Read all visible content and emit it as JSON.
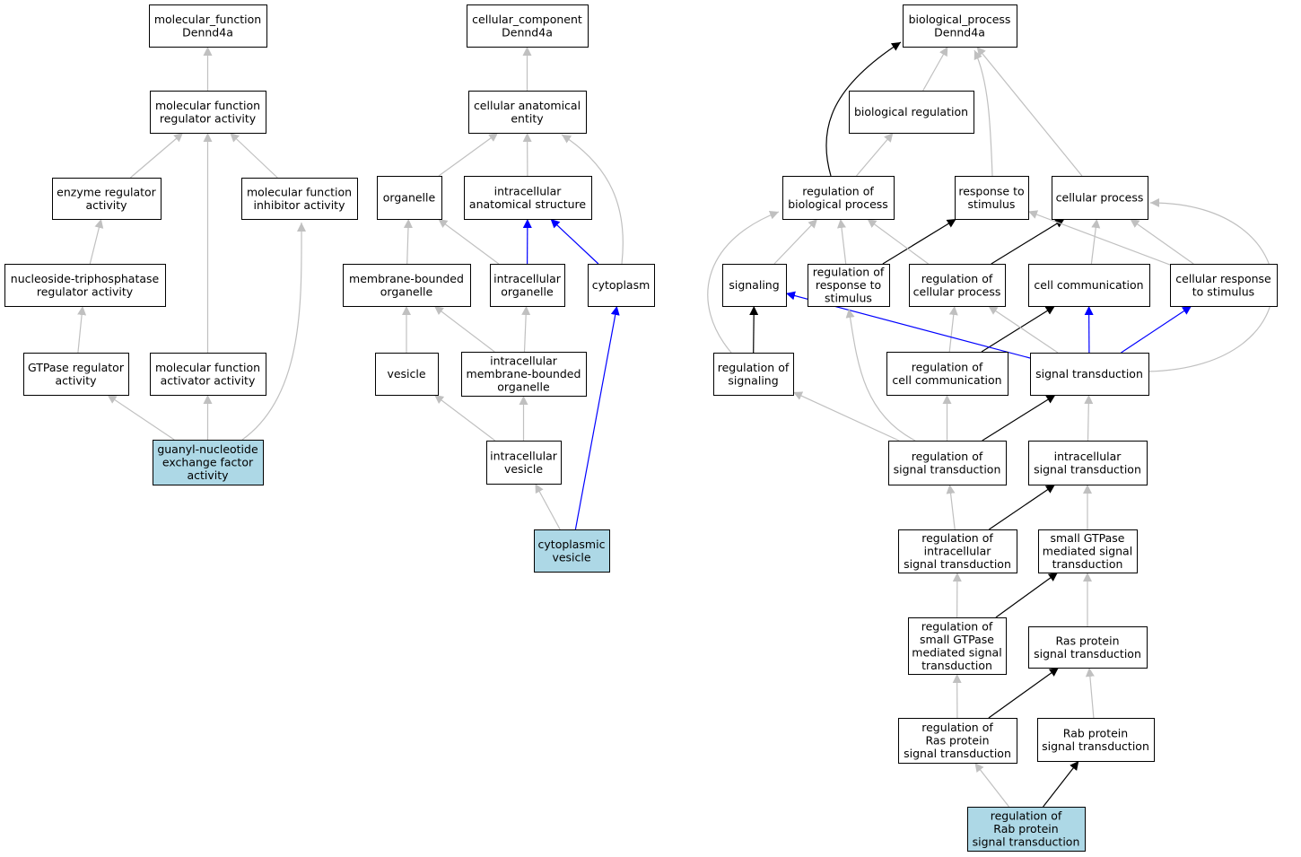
{
  "colors": {
    "node_fill": "#ffffff",
    "highlight_fill": "#add8e6",
    "node_stroke": "#000000",
    "edge_gray": "#c0c0c0",
    "edge_black": "#000000",
    "edge_blue": "#0000ff"
  },
  "nodes": {
    "mf_root": {
      "lines": [
        "molecular_function",
        "Dennd4a"
      ],
      "highlight": false
    },
    "mf_reg": {
      "lines": [
        "molecular function",
        "regulator activity"
      ],
      "highlight": false
    },
    "enz_reg": {
      "lines": [
        "enzyme regulator",
        "activity"
      ],
      "highlight": false
    },
    "mf_inhib": {
      "lines": [
        "molecular function",
        "inhibitor activity"
      ],
      "highlight": false
    },
    "ntp_reg": {
      "lines": [
        "nucleoside-triphosphatase",
        "regulator activity"
      ],
      "highlight": false
    },
    "gtpase_reg": {
      "lines": [
        "GTPase regulator",
        "activity"
      ],
      "highlight": false
    },
    "mf_act": {
      "lines": [
        "molecular function",
        "activator activity"
      ],
      "highlight": false
    },
    "gef": {
      "lines": [
        "guanyl-nucleotide",
        "exchange factor",
        "activity"
      ],
      "highlight": true
    },
    "cc_root": {
      "lines": [
        "cellular_component",
        "Dennd4a"
      ],
      "highlight": false
    },
    "cae": {
      "lines": [
        "cellular anatomical",
        "entity"
      ],
      "highlight": false
    },
    "organelle": {
      "lines": [
        "organelle"
      ],
      "highlight": false
    },
    "ias": {
      "lines": [
        "intracellular",
        "anatomical structure"
      ],
      "highlight": false
    },
    "mbo": {
      "lines": [
        "membrane-bounded",
        "organelle"
      ],
      "highlight": false
    },
    "io": {
      "lines": [
        "intracellular",
        "organelle"
      ],
      "highlight": false
    },
    "cytoplasm": {
      "lines": [
        "cytoplasm"
      ],
      "highlight": false
    },
    "vesicle": {
      "lines": [
        "vesicle"
      ],
      "highlight": false
    },
    "imbo": {
      "lines": [
        "intracellular",
        "membrane-bounded",
        "organelle"
      ],
      "highlight": false
    },
    "iv": {
      "lines": [
        "intracellular",
        "vesicle"
      ],
      "highlight": false
    },
    "cv": {
      "lines": [
        "cytoplasmic",
        "vesicle"
      ],
      "highlight": true
    },
    "bp_root": {
      "lines": [
        "biological_process",
        "Dennd4a"
      ],
      "highlight": false
    },
    "bioreg": {
      "lines": [
        "biological regulation"
      ],
      "highlight": false
    },
    "rbp": {
      "lines": [
        "regulation of",
        "biological process"
      ],
      "highlight": false
    },
    "rts": {
      "lines": [
        "response to",
        "stimulus"
      ],
      "highlight": false
    },
    "cp": {
      "lines": [
        "cellular process"
      ],
      "highlight": false
    },
    "signaling": {
      "lines": [
        "signaling"
      ],
      "highlight": false
    },
    "rrts": {
      "lines": [
        "regulation of",
        "response to",
        "stimulus"
      ],
      "highlight": false
    },
    "rcp": {
      "lines": [
        "regulation of",
        "cellular process"
      ],
      "highlight": false
    },
    "cc": {
      "lines": [
        "cell communication"
      ],
      "highlight": false
    },
    "crs": {
      "lines": [
        "cellular response",
        "to stimulus"
      ],
      "highlight": false
    },
    "rsig": {
      "lines": [
        "regulation of",
        "signaling"
      ],
      "highlight": false
    },
    "rcc": {
      "lines": [
        "regulation of",
        "cell communication"
      ],
      "highlight": false
    },
    "st": {
      "lines": [
        "signal transduction"
      ],
      "highlight": false
    },
    "rst": {
      "lines": [
        "regulation of",
        "signal transduction"
      ],
      "highlight": false
    },
    "ist": {
      "lines": [
        "intracellular",
        "signal transduction"
      ],
      "highlight": false
    },
    "rist": {
      "lines": [
        "regulation of",
        "intracellular",
        "signal transduction"
      ],
      "highlight": false
    },
    "sgmst": {
      "lines": [
        "small GTPase",
        "mediated signal",
        "transduction"
      ],
      "highlight": false
    },
    "rsgmst": {
      "lines": [
        "regulation of",
        "small GTPase",
        "mediated signal",
        "transduction"
      ],
      "highlight": false
    },
    "rpst": {
      "lines": [
        "Ras protein",
        "signal transduction"
      ],
      "highlight": false
    },
    "rrpst": {
      "lines": [
        "regulation of",
        "Ras protein",
        "signal transduction"
      ],
      "highlight": false
    },
    "rabst": {
      "lines": [
        "Rab protein",
        "signal transduction"
      ],
      "highlight": false
    },
    "rrabst": {
      "lines": [
        "regulation of",
        "Rab protein",
        "signal transduction"
      ],
      "highlight": true
    }
  },
  "edges": [
    {
      "from": "mf_reg",
      "to": "mf_root",
      "color": "gray"
    },
    {
      "from": "enz_reg",
      "to": "mf_reg",
      "color": "gray"
    },
    {
      "from": "mf_inhib",
      "to": "mf_reg",
      "color": "gray"
    },
    {
      "from": "mf_act",
      "to": "mf_reg",
      "color": "gray"
    },
    {
      "from": "ntp_reg",
      "to": "enz_reg",
      "color": "gray"
    },
    {
      "from": "gtpase_reg",
      "to": "ntp_reg",
      "color": "gray"
    },
    {
      "from": "gef",
      "to": "gtpase_reg",
      "color": "gray"
    },
    {
      "from": "gef",
      "to": "mf_act",
      "color": "gray"
    },
    {
      "from": "gef",
      "to": "mf_inhib",
      "color": "gray"
    },
    {
      "from": "cae",
      "to": "cc_root",
      "color": "gray"
    },
    {
      "from": "organelle",
      "to": "cae",
      "color": "gray"
    },
    {
      "from": "ias",
      "to": "cae",
      "color": "gray"
    },
    {
      "from": "cytoplasm",
      "to": "cae",
      "color": "gray"
    },
    {
      "from": "mbo",
      "to": "organelle",
      "color": "gray"
    },
    {
      "from": "io",
      "to": "organelle",
      "color": "gray"
    },
    {
      "from": "io",
      "to": "ias",
      "color": "blue"
    },
    {
      "from": "cytoplasm",
      "to": "ias",
      "color": "blue"
    },
    {
      "from": "vesicle",
      "to": "mbo",
      "color": "gray"
    },
    {
      "from": "imbo",
      "to": "mbo",
      "color": "gray"
    },
    {
      "from": "imbo",
      "to": "io",
      "color": "gray"
    },
    {
      "from": "iv",
      "to": "vesicle",
      "color": "gray"
    },
    {
      "from": "iv",
      "to": "imbo",
      "color": "gray"
    },
    {
      "from": "cv",
      "to": "iv",
      "color": "gray"
    },
    {
      "from": "cv",
      "to": "cytoplasm",
      "color": "blue"
    },
    {
      "from": "rbp",
      "to": "bp_root",
      "color": "black"
    },
    {
      "from": "bioreg",
      "to": "bp_root",
      "color": "gray"
    },
    {
      "from": "rts",
      "to": "bp_root",
      "color": "gray"
    },
    {
      "from": "cp",
      "to": "bp_root",
      "color": "gray"
    },
    {
      "from": "rbp",
      "to": "bioreg",
      "color": "gray"
    },
    {
      "from": "signaling",
      "to": "rbp",
      "color": "gray"
    },
    {
      "from": "rrts",
      "to": "rbp",
      "color": "gray"
    },
    {
      "from": "rrts",
      "to": "rts",
      "color": "black"
    },
    {
      "from": "rcp",
      "to": "rbp",
      "color": "gray"
    },
    {
      "from": "rcp",
      "to": "cp",
      "color": "black"
    },
    {
      "from": "cc",
      "to": "cp",
      "color": "gray"
    },
    {
      "from": "crs",
      "to": "rts",
      "color": "gray"
    },
    {
      "from": "crs",
      "to": "cp",
      "color": "gray"
    },
    {
      "from": "rsig",
      "to": "rbp",
      "color": "gray"
    },
    {
      "from": "rsig",
      "to": "signaling",
      "color": "black"
    },
    {
      "from": "rcc",
      "to": "rcp",
      "color": "gray"
    },
    {
      "from": "rcc",
      "to": "cc",
      "color": "black"
    },
    {
      "from": "st",
      "to": "signaling",
      "color": "blue"
    },
    {
      "from": "st",
      "to": "cc",
      "color": "blue"
    },
    {
      "from": "st",
      "to": "crs",
      "color": "blue"
    },
    {
      "from": "st",
      "to": "rcp",
      "color": "gray"
    },
    {
      "from": "st",
      "to": "cp",
      "color": "gray"
    },
    {
      "from": "rst",
      "to": "rsig",
      "color": "gray"
    },
    {
      "from": "rst",
      "to": "rcc",
      "color": "gray"
    },
    {
      "from": "rst",
      "to": "st",
      "color": "black"
    },
    {
      "from": "rst",
      "to": "rrts",
      "color": "gray"
    },
    {
      "from": "ist",
      "to": "st",
      "color": "gray"
    },
    {
      "from": "rist",
      "to": "rst",
      "color": "gray"
    },
    {
      "from": "rist",
      "to": "ist",
      "color": "black"
    },
    {
      "from": "sgmst",
      "to": "ist",
      "color": "gray"
    },
    {
      "from": "rsgmst",
      "to": "rist",
      "color": "gray"
    },
    {
      "from": "rsgmst",
      "to": "sgmst",
      "color": "black"
    },
    {
      "from": "rpst",
      "to": "sgmst",
      "color": "gray"
    },
    {
      "from": "rrpst",
      "to": "rsgmst",
      "color": "gray"
    },
    {
      "from": "rrpst",
      "to": "rpst",
      "color": "black"
    },
    {
      "from": "rabst",
      "to": "rpst",
      "color": "gray"
    },
    {
      "from": "rrabst",
      "to": "rrpst",
      "color": "gray"
    },
    {
      "from": "rrabst",
      "to": "rabst",
      "color": "black"
    }
  ]
}
